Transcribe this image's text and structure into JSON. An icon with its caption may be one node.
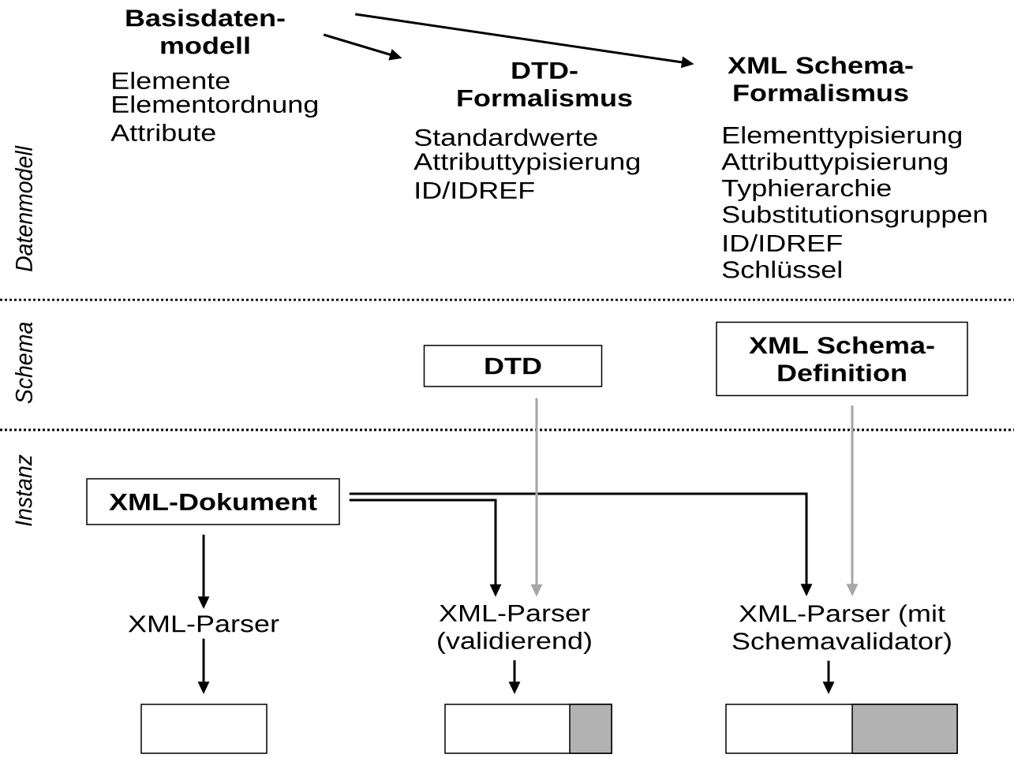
{
  "diagram": {
    "nodes": [
      {
        "text": [
          "Basisdaten- modell",
          "Elemente",
          "Elementordnung",
          "Attribute"
        ]
      },
      {
        "text": [
          "DTD- Formalismus",
          "Standardwerte",
          "Attributtypisierung",
          "ID/IDREF"
        ]
      },
      {
        "text": [
          "XML Schema- Formalismus",
          "Elementtypisierung",
          "Attributtypisierung",
          "Typhierarchie",
          "Substitutionsgruppen",
          "ID/IDREF",
          "Schlüssel"
        ]
      },
      {
        "text": [
          "DTD"
        ]
      },
      {
        "text": [
          "XML Schema- Definition"
        ]
      },
      {
        "text": [
          "XML-Dokument"
        ]
      },
      {
        "text": [
          "XML-Parser"
        ]
      },
      {
        "text": [
          "XML-Parser (validierend)"
        ]
      },
      {
        "text": [
          "XML-Parser (mit Schemavalidator)"
        ]
      },
      {
        "text": [],
        "shape": "box"
      },
      {
        "text": [],
        "shape": "box"
      },
      {
        "text": [],
        "shape": "box"
      }
    ],
    "edges": [
      {
        "from": 0,
        "to": 1,
        "arrow": "to"
      },
      {
        "from": 0,
        "to": 2,
        "arrow": "to"
      },
      {
        "from": 5,
        "to": 6,
        "arrow": "to"
      },
      {
        "from": 5,
        "to": 7,
        "arrow": "to"
      },
      {
        "from": 5,
        "to": 8,
        "arrow": "to"
      },
      {
        "from": 3,
        "to": 7,
        "arrow": "to",
        "color": "#a6a6a6"
      },
      {
        "from": 4,
        "to": 8,
        "arrow": "to",
        "color": "#a6a6a6"
      },
      {
        "from": 6,
        "to": 9,
        "arrow": "to"
      },
      {
        "from": 7,
        "to": 10,
        "arrow": "to"
      },
      {
        "from": 8,
        "to": 11,
        "arrow": "to"
      }
    ],
    "labels": [
      "Datenmodell",
      "Schema",
      "Instanz"
    ]
  }
}
